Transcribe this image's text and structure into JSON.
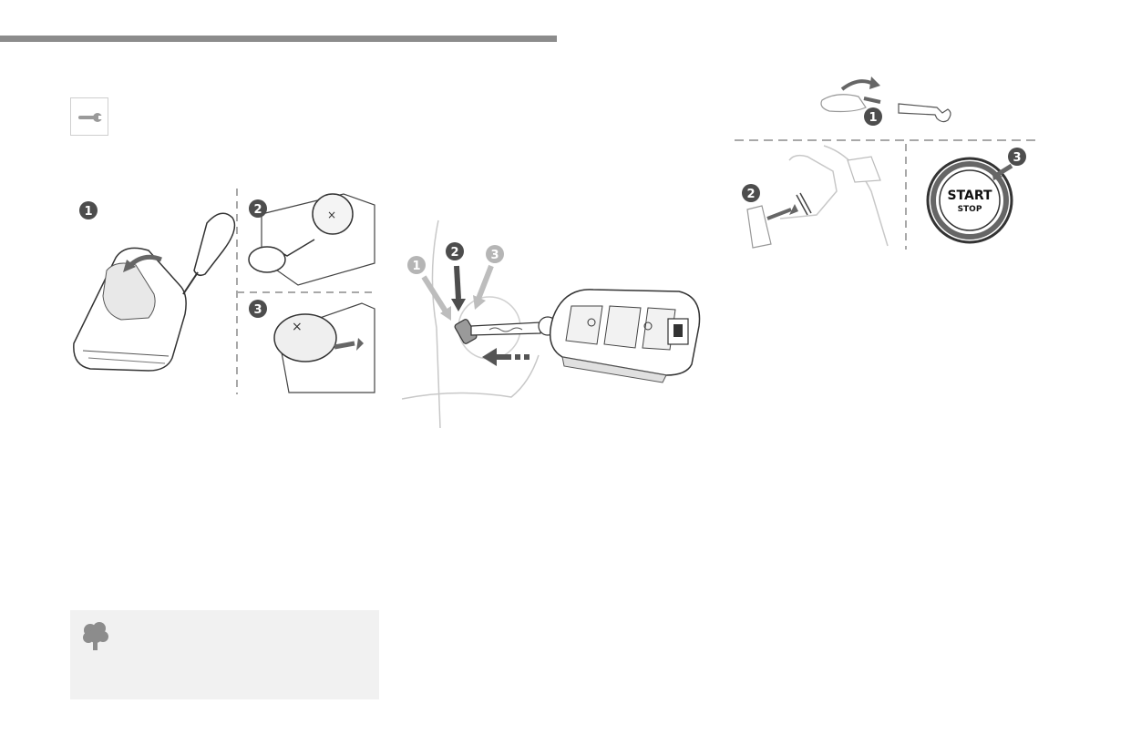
{
  "figure_battery": {
    "steps": [
      "1",
      "2",
      "3"
    ]
  },
  "figure_key": {
    "steps": [
      "1",
      "2",
      "3"
    ]
  },
  "figure_start": {
    "steps": [
      "1",
      "2",
      "3"
    ],
    "button_label_main": "START",
    "button_label_sub": "STOP"
  },
  "colors": {
    "header_bar": "#8c8c8c",
    "badge": "#4d4d4d",
    "badge_light": "#b5b5b5",
    "info_box": "#f1f1f1",
    "arrow": "#555555"
  }
}
